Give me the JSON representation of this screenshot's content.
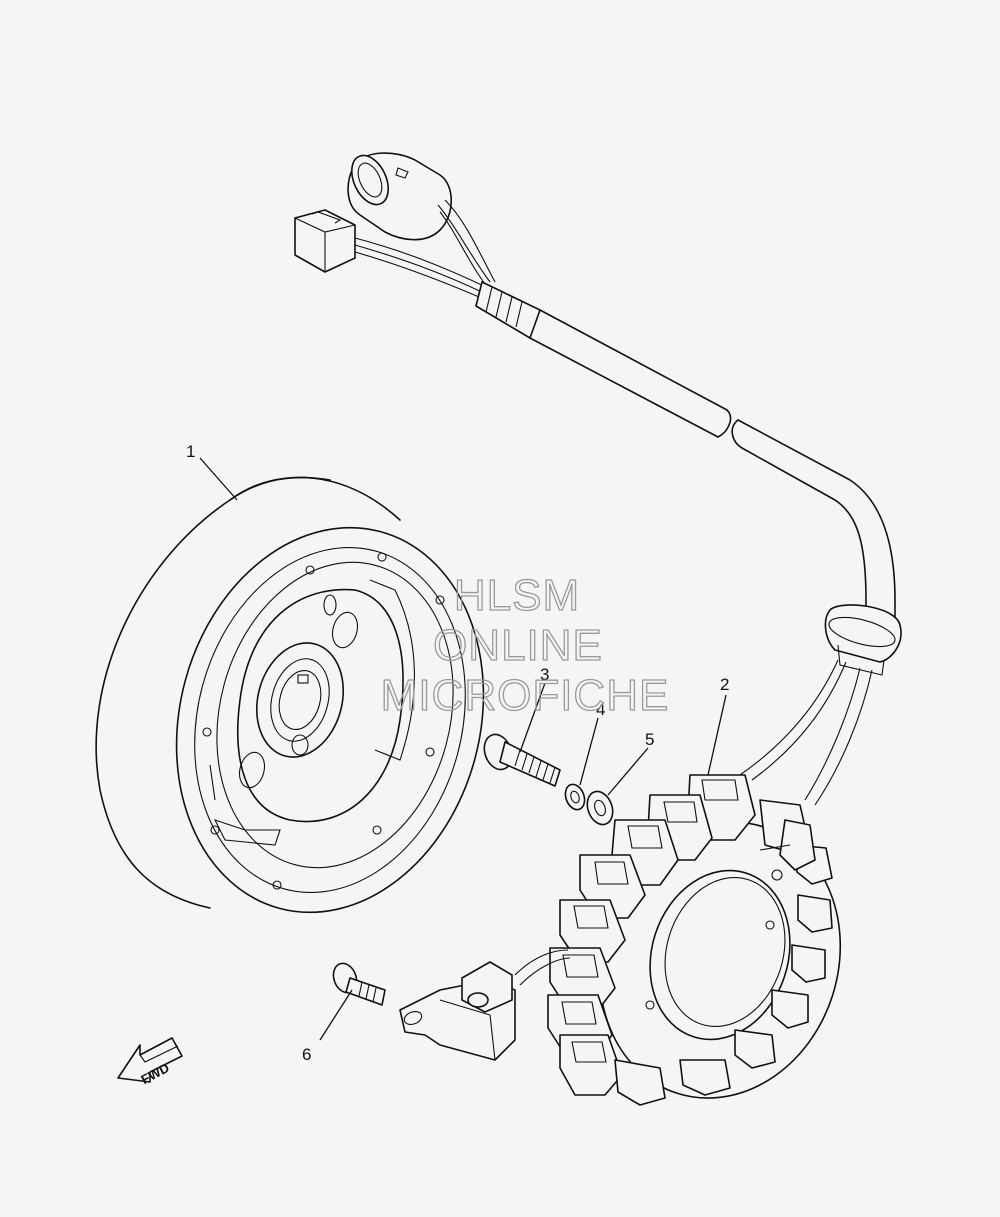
{
  "watermark": {
    "line1": "HLSM",
    "line2": "ONLINE",
    "line3": "MICROFICHE"
  },
  "callouts": [
    "1",
    "2",
    "3",
    "4",
    "5",
    "6"
  ],
  "fwd_label": "FWD",
  "parts": {
    "rotor": "rotor-assembly",
    "stator": "stator-assembly",
    "bolt": "bolt",
    "lock_washer": "lock-washer",
    "washer": "washer",
    "screw": "screw"
  }
}
